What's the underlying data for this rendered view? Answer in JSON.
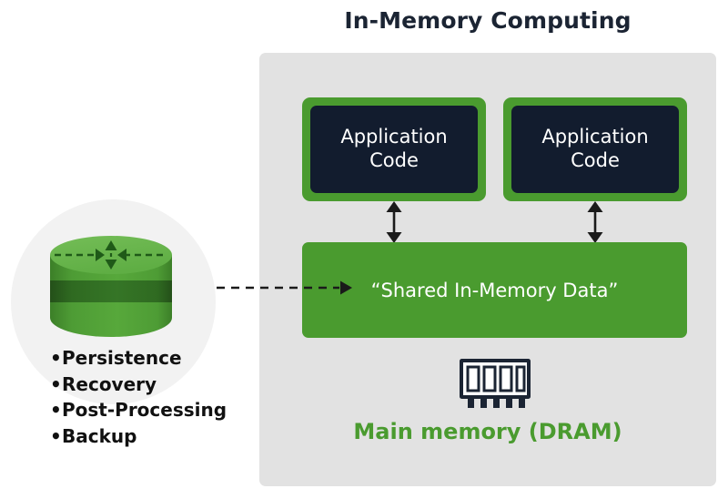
{
  "title": "In-Memory Computing",
  "panel": {
    "app_boxes": [
      {
        "line1": "Application",
        "line2": "Code"
      },
      {
        "line1": "Application",
        "line2": "Code"
      }
    ],
    "shared_box": {
      "label": "“Shared In-Memory Data”"
    },
    "memory": {
      "icon": "ram-module-icon",
      "label": "Main memory (DRAM)"
    }
  },
  "storage": {
    "icon": "database-cylinder-icon",
    "bullet_char": "•",
    "bullets": [
      {
        "label": "Persistence"
      },
      {
        "label": "Recovery"
      },
      {
        "label": "Post-Processing"
      },
      {
        "label": "Backup"
      }
    ]
  },
  "connectors": {
    "app_to_shared_left": "double-arrow-icon",
    "app_to_shared_right": "double-arrow-icon",
    "storage_to_shared": "dashed-double-arrow-icon"
  },
  "colors": {
    "green": "#4a9b2f",
    "navy": "#121c2e",
    "panel_grey": "#e2e2e2",
    "circle_grey": "#f2f2f2",
    "title_navy": "#1b2433",
    "white": "#ffffff"
  }
}
